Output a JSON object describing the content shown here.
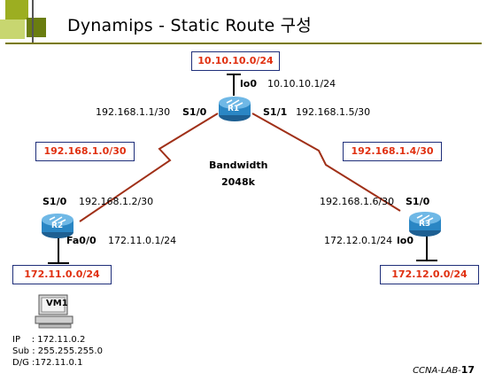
{
  "title": "Dynamips - Static Route 구성",
  "colors": {
    "accent_square": "#9cae21",
    "network_box_text": "#e03010",
    "box_border": "#1f2f7a",
    "router_body": "#2a86c4"
  },
  "networks": {
    "r1_loopback": "10.10.10.0/24",
    "r1_r2_link": "192.168.1.0/30",
    "r1_r3_link": "192.168.1.4/30",
    "r2_lan": "172.11.0.0/24",
    "r3_lan": "172.12.0.0/24"
  },
  "routers": {
    "r1": {
      "name": "R1",
      "lo0_if": "lo0",
      "lo0_ip": "10.10.10.1/24",
      "s10_if": "S1/0",
      "s10_ip": "192.168.1.1/30",
      "s11_if": "S1/1",
      "s11_ip": "192.168.1.5/30"
    },
    "r2": {
      "name": "R2",
      "s10_if": "S1/0",
      "s10_ip": "192.168.1.2/30",
      "fa00_if": "Fa0/0",
      "fa00_ip": "172.11.0.1/24"
    },
    "r3": {
      "name": "R3",
      "s10_if": "S1/0",
      "s10_ip": "192.168.1.6/30",
      "lo0_if": "lo0",
      "lo0_ip": "172.12.0.1/24"
    }
  },
  "bandwidth": {
    "label": "Bandwidth",
    "value": "2048k"
  },
  "host": {
    "name": "VM1",
    "ip_label": "IP",
    "ip": "172.11.0.2",
    "sub_label": "Sub",
    "sub": "255.255.255.0",
    "dg_label": "D/G",
    "dg": "172.11.0.1"
  },
  "footer": {
    "text": "CCNA-LAB-",
    "page": "17"
  }
}
